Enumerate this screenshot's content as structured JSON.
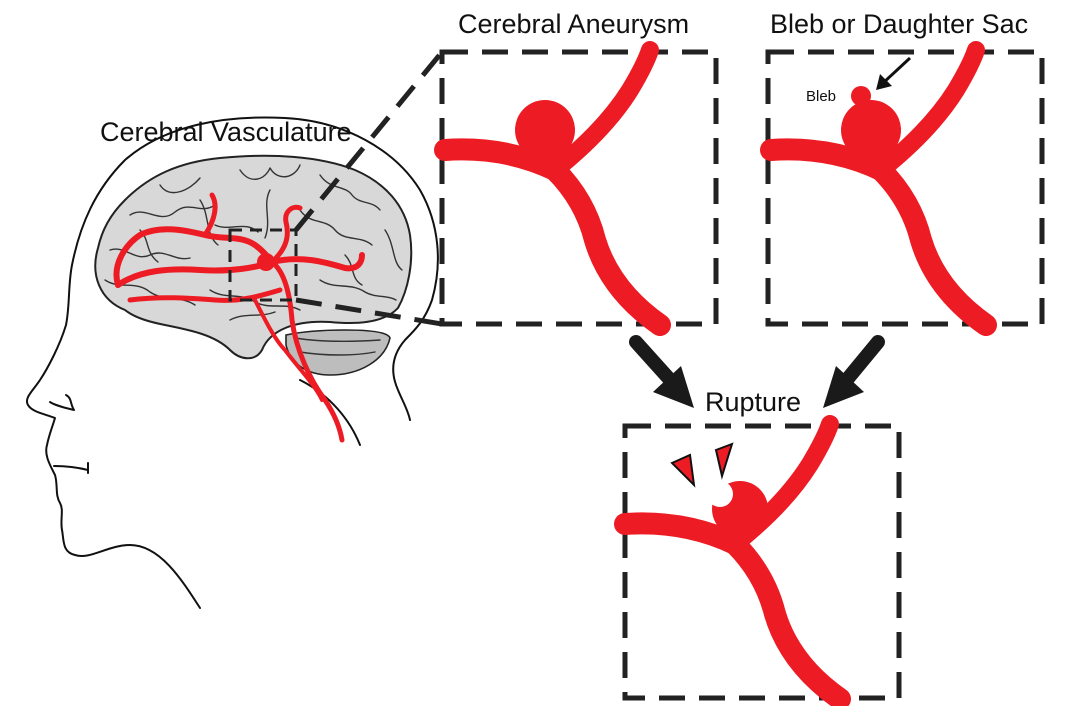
{
  "labels": {
    "vasculature": "Cerebral Vasculature",
    "aneurysm": "Cerebral Aneurysm",
    "bleb_panel": "Bleb or Daughter Sac",
    "bleb": "Bleb",
    "rupture": "Rupture"
  },
  "colors": {
    "vessel": "#ed1c24",
    "brain": "#d8d8d8",
    "cerebellum": "#bdbdbd",
    "outline": "#111111",
    "dash": "#222222"
  }
}
